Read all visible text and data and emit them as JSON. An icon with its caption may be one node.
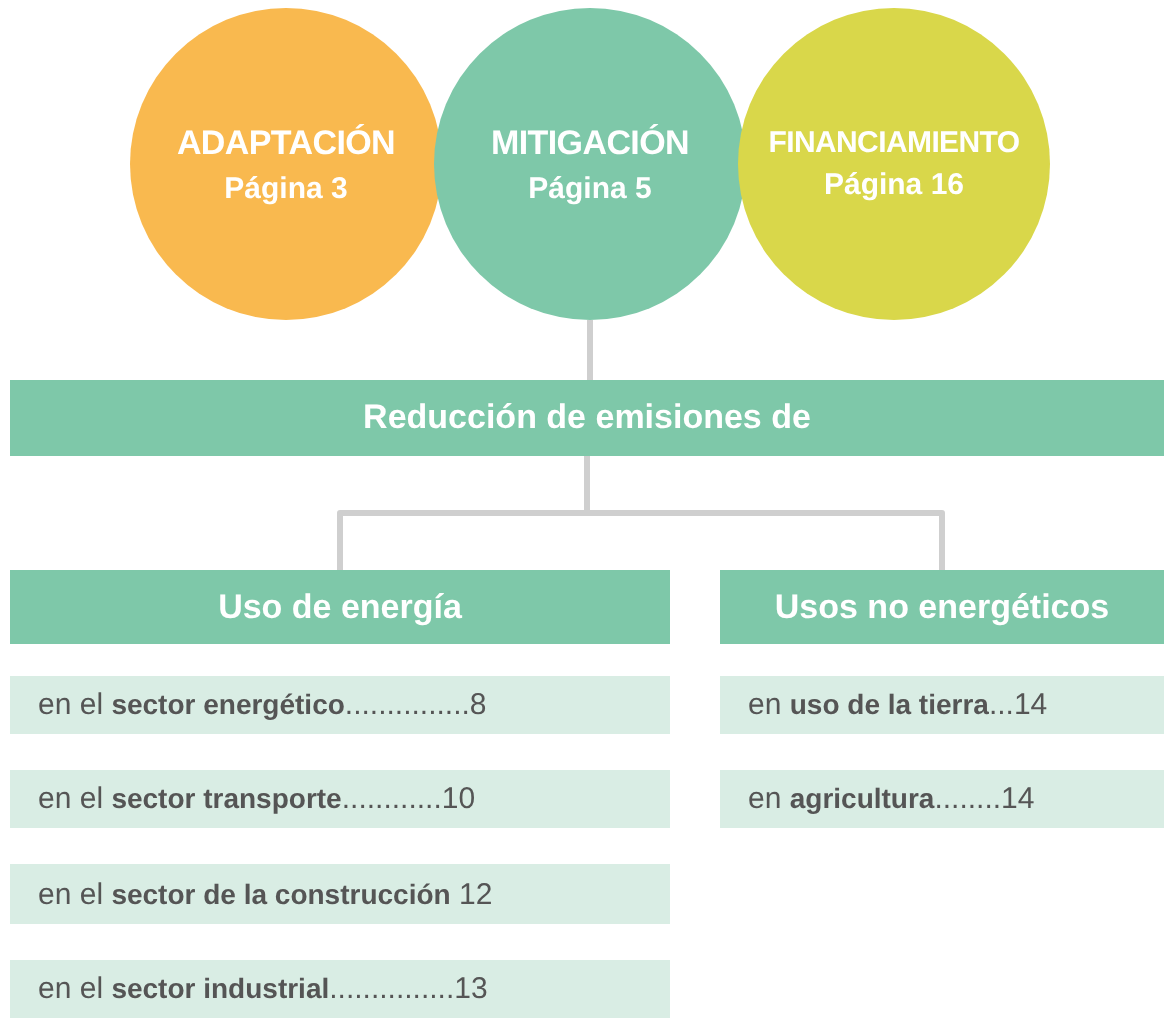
{
  "diagram": {
    "nodes": [
      {
        "text": [
          "ADAPTACIÓN",
          "Página 3"
        ]
      },
      {
        "text": [
          "MITIGACIÓN",
          "Página 5"
        ]
      },
      {
        "text": [
          "FINANCIAMIENTO",
          "Página 16"
        ]
      },
      {
        "text": [
          "Reducción de emisiones de"
        ]
      },
      {
        "text": [
          "Uso de energía"
        ]
      },
      {
        "text": [
          "Usos no energéticos"
        ]
      },
      {
        "text": [
          "en el **sector energético**...............8"
        ]
      },
      {
        "text": [
          "en el **sector transporte**............10"
        ]
      },
      {
        "text": [
          "en el **sector de la construcción** 12"
        ]
      },
      {
        "text": [
          "en el **sector industrial**...............13"
        ]
      },
      {
        "text": [
          "en **uso de la tierra**...14"
        ]
      },
      {
        "text": [
          "en **agricultura**........14"
        ]
      }
    ],
    "edges": [
      {
        "from": 1,
        "to": 3,
        "arrow": "none"
      },
      {
        "from": 3,
        "to": 4,
        "arrow": "none"
      },
      {
        "from": 3,
        "to": 5,
        "arrow": "none"
      }
    ]
  }
}
